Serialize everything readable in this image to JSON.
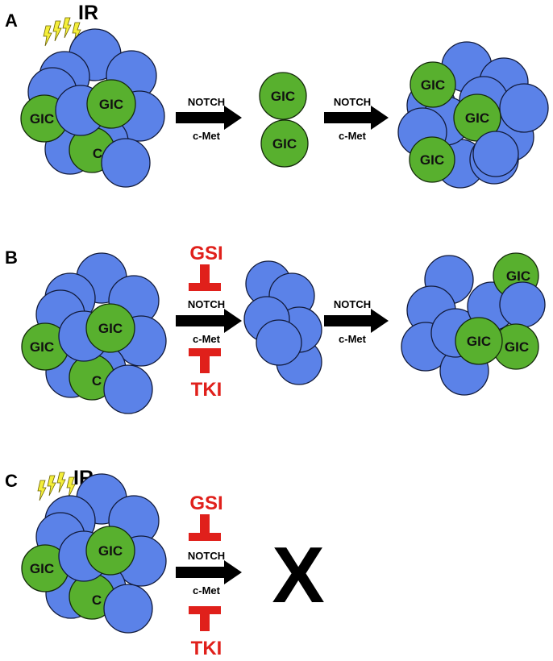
{
  "colors": {
    "blue_cell": "#5b82e8",
    "green_cell": "#58b02e",
    "inhibitor": "#e0201b",
    "lightning": "#f4ee3a",
    "arrow": "#000000"
  },
  "icons": [
    "lightning-bolt-icon",
    "right-arrow-icon",
    "inhibition-bar-icon"
  ],
  "panels": {
    "a": {
      "letter": "A",
      "ir": "IR",
      "cluster1": {
        "gic_center": "GIC",
        "gic_left": "GIC",
        "gic_bottom": "C"
      },
      "arrow1": {
        "top": "NOTCH",
        "bottom": "c-Met"
      },
      "middle": {
        "gic_top": "GIC",
        "gic_bottom": "GIC"
      },
      "arrow2": {
        "top": "NOTCH",
        "bottom": "c-Met"
      },
      "cluster3": {
        "gic_top": "GIC",
        "gic_center": "GIC",
        "gic_bottom": "GIC"
      }
    },
    "b": {
      "letter": "B",
      "cluster1": {
        "gic_center": "GIC",
        "gic_left": "GIC",
        "gic_bottom": "C"
      },
      "inhibitor_top": "GSI",
      "arrow1": {
        "top": "NOTCH",
        "bottom": "c-Met"
      },
      "inhibitor_bottom": "TKI",
      "arrow2": {
        "top": "NOTCH",
        "bottom": "c-Met"
      },
      "cluster3": {
        "gic_top": "GIC",
        "gic_center": "GIC",
        "gic_bottom": "GIC"
      }
    },
    "c": {
      "letter": "C",
      "ir": "IR",
      "cluster1": {
        "gic_center": "GIC",
        "gic_left": "GIC",
        "gic_bottom": "C"
      },
      "inhibitor_top": "GSI",
      "arrow1": {
        "top": "NOTCH",
        "bottom": "c-Met"
      },
      "inhibitor_bottom": "TKI",
      "result": "X"
    }
  }
}
